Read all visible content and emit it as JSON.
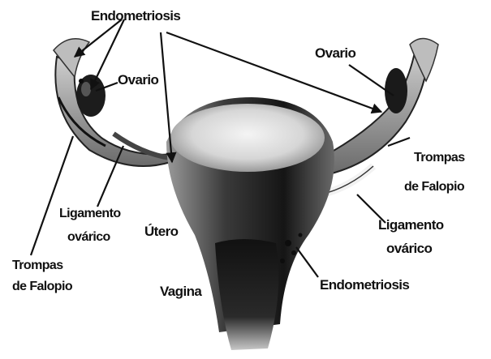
{
  "labels": {
    "endometriosis_top": "Endometriosis",
    "ovario_left": "Ovario",
    "ovario_right": "Ovario",
    "trompas_right_1": "Trompas",
    "trompas_right_2": "de Falopio",
    "ligamento_left_1": "Ligamento",
    "ligamento_left_2": "ovárico",
    "utero": "Útero",
    "ligamento_right_1": "Ligamento",
    "ligamento_right_2": "ovárico",
    "trompas_left_1": "Trompas",
    "trompas_left_2": "de Falopio",
    "vagina": "Vagina",
    "endometriosis_bottom": "Endometriosis"
  }
}
